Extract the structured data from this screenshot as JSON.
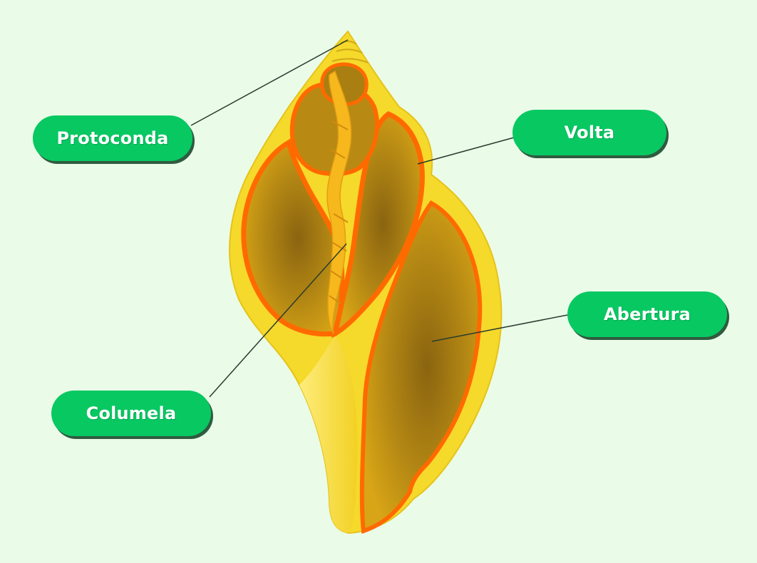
{
  "labels": {
    "protoconda": "Protoconda",
    "volta": "Volta",
    "abertura": "Abertura",
    "columela": "Columela"
  },
  "colors": {
    "background": "#eafbe8",
    "label_fill": "#08c862",
    "label_shadow": "#2f5b3f",
    "shell_outer": "#f6dc2a",
    "shell_inner": "#c99511",
    "cut_edge": "#ff6a00",
    "columella": "#f6b71c",
    "leader_line": "#2b3a2e"
  }
}
